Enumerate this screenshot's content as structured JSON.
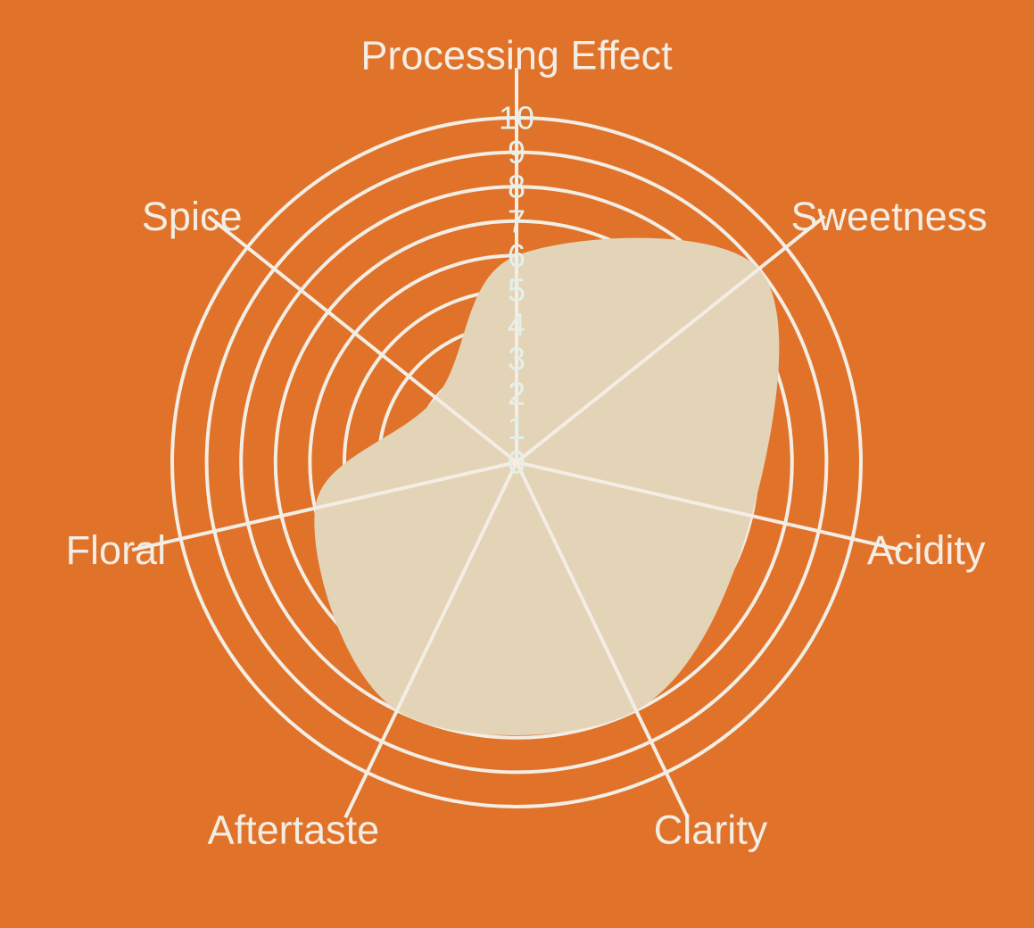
{
  "chart_data": {
    "type": "radar",
    "title": "",
    "axes": [
      "Processing Effect",
      "Sweetness",
      "Acidity",
      "Clarity",
      "Aftertaste",
      "Floral",
      "Spice"
    ],
    "values": [
      6,
      9,
      7,
      8,
      8,
      6,
      3
    ],
    "range": [
      0,
      10
    ],
    "ticks": [
      0,
      1,
      2,
      3,
      4,
      5,
      6,
      7,
      8,
      9,
      10
    ],
    "grid": true,
    "legend": "none"
  },
  "colors": {
    "background": "#E07229",
    "grid": "#F3EDE4",
    "area": "#E3D3B7",
    "tick_text": "#E4F0EA"
  }
}
